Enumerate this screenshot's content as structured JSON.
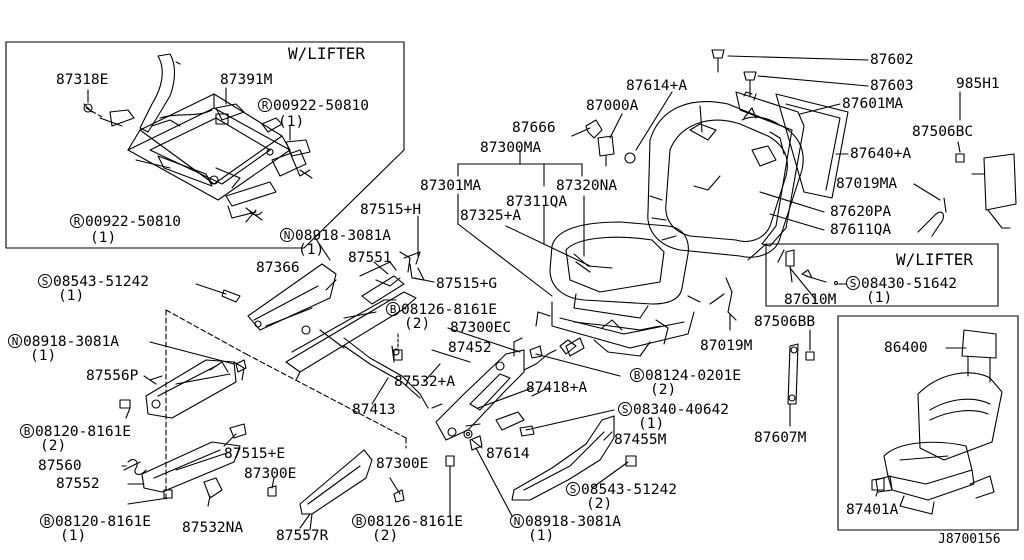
{
  "panels": {
    "lifter_top_title": "W/LIFTER",
    "lifter_right_title": "W/LIFTER",
    "code": "J8700156"
  },
  "parts": {
    "p87318E": "87318E",
    "p87391M": "87391M",
    "p00922a_code": "00922-50810",
    "p00922a_qty": "(1)",
    "p00922b_code": "00922-50810",
    "p00922b_qty": "(1)",
    "p87602": "87602",
    "p87603": "87603",
    "p87614A": "87614+A",
    "p87601MA": "87601MA",
    "p985H1": "985H1",
    "p87506BC": "87506BC",
    "p87000A": "87000A",
    "p87666": "87666",
    "p87300MA": "87300MA",
    "p87640A": "87640+A",
    "p87019MA": "87019MA",
    "p87301MA": "87301MA",
    "p87311QA": "87311QA",
    "p87320NA": "87320NA",
    "p87325A": "87325+A",
    "p87620PA": "87620PA",
    "p87611QA": "87611QA",
    "p87515H": "87515+H",
    "p08918a_code": "08918-3081A",
    "p08918a_qty": "(1)",
    "p87366": "87366",
    "p87551": "87551",
    "p87515G": "87515+G",
    "p08543a_code": "08543-51242",
    "p08543a_qty": "(1)",
    "p08126a_code": "08126-8161E",
    "p08126a_qty": "(2)",
    "p87300EC": "87300EC",
    "p87452": "87452",
    "p08918b_code": "08918-3081A",
    "p08918b_qty": "(1)",
    "p87556P": "87556P",
    "p87532A": "87532+A",
    "p08124_code": "08124-0201E",
    "p08124_qty": "(2)",
    "p87413": "87413",
    "p87418A": "87418+A",
    "p08120a_code": "08120-8161E",
    "p08120a_qty": "(2)",
    "p08340_code": "08340-40642",
    "p08340_qty": "(1)",
    "p87515E": "87515+E",
    "p87455M": "87455M",
    "p87560": "87560",
    "p87300E_a": "87300E",
    "p87614": "87614",
    "p87300E_b": "87300E",
    "p87552": "87552",
    "p08543b_code": "08543-51242",
    "p08543b_qty": "(2)",
    "p08120b_code": "08120-8161E",
    "p08120b_qty": "(1)",
    "p87532NA": "87532NA",
    "p87557R": "87557R",
    "p08126b_code": "08126-8161E",
    "p08126b_qty": "(2)",
    "p08918c_code": "08918-3081A",
    "p08918c_qty": "(1)",
    "p87610M": "87610M",
    "p08430_code": "08430-51642",
    "p08430_qty": "(1)",
    "p87019M": "87019M",
    "p87506BB": "87506BB",
    "p87607M": "87607M",
    "p86400": "86400",
    "p87401A": "87401A"
  },
  "markers": {
    "R": "R",
    "N": "N",
    "S": "S",
    "B": "B"
  }
}
